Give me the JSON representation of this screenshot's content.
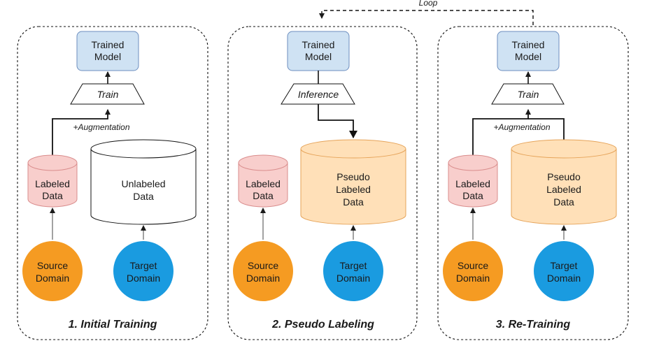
{
  "loop_label": "Loop",
  "panels": [
    {
      "title": "1. Initial Training",
      "model": [
        "Trained",
        "Model"
      ],
      "step": "Train",
      "augmentation": "+Augmentation",
      "labeled": [
        "Labeled",
        "Data"
      ],
      "target_store": [
        "Unlabeled",
        "Data"
      ],
      "source": [
        "Source",
        "Domain"
      ],
      "target": [
        "Target",
        "Domain"
      ]
    },
    {
      "title": "2. Pseudo Labeling",
      "model": [
        "Trained",
        "Model"
      ],
      "step": "Inference",
      "labeled": [
        "Labeled",
        "Data"
      ],
      "target_store": [
        "Pseudo",
        "Labeled",
        "Data"
      ],
      "source": [
        "Source",
        "Domain"
      ],
      "target": [
        "Target",
        "Domain"
      ]
    },
    {
      "title": "3. Re-Training",
      "model": [
        "Trained",
        "Model"
      ],
      "step": "Train",
      "augmentation": "+Augmentation",
      "labeled": [
        "Labeled",
        "Data"
      ],
      "target_store": [
        "Pseudo",
        "Labeled",
        "Data"
      ],
      "source": [
        "Source",
        "Domain"
      ],
      "target": [
        "Target",
        "Domain"
      ]
    }
  ],
  "colors": {
    "model_fill": "#cfe2f3",
    "model_stroke": "#6c8ebf",
    "labeled_fill": "#f8cecc",
    "labeled_stroke": "#d98c8c",
    "pseudo_fill": "#ffe0b8",
    "pseudo_stroke": "#e6a45a",
    "unlabeled_fill": "#ffffff",
    "source_fill": "#f59b22",
    "target_fill": "#1a9be0"
  }
}
